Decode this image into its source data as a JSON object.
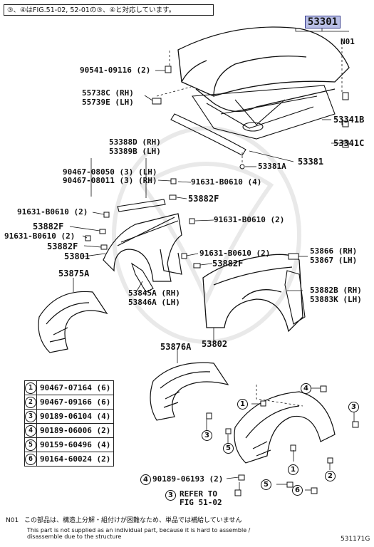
{
  "header_note": "③、④はFIG.51-02, 52-01の③、④と対応しています。",
  "labels": {
    "hood": "53301",
    "n01": "N01",
    "cushion": "90541-09116 (2)",
    "lock_rh": "55738C (RH)",
    "lock_lh": "55739E (LH)",
    "insulator": "53341B",
    "clip_c": "53341C",
    "seal_a": "53381A",
    "seal": "53381",
    "bracket_rh": "53388D (RH)",
    "bracket_lh": "53389B (LH)",
    "screw1": "90467-08050 (3) (LH)",
    "screw2": "90467-08011 (3) (RH)",
    "bolt_top": "91631-B0610 (4)",
    "clip_f_top": "53882F",
    "bolt_left": "91631-B0610 (2)",
    "bolt_right": "91631-B0610 (2)",
    "clip_f_left": "53882F",
    "bolt_left2": "91631-B0610 (2)",
    "clip_f_left2": "53882F",
    "apron": "53801",
    "bolt_mid": "91631-B0610 (2)",
    "clip_f_mid": "53882F",
    "bracket_866": "53866 (RH)",
    "bracket_867": "53867 (LH)",
    "liner_a": "53875A",
    "stay_rh": "53845A (RH)",
    "stay_lh": "53846A (LH)",
    "seal_b_rh": "53882B (RH)",
    "seal_k_lh": "53883K (LH)",
    "fender": "53802",
    "liner_876a": "53876A",
    "bolt_193": "90189-06193 (2)",
    "refer": "REFER TO",
    "refer_fig": "FIG 51-02",
    "diagram_code": "531171G"
  },
  "legend": [
    {
      "num": "1",
      "part": "90467-07164 (6)"
    },
    {
      "num": "2",
      "part": "90467-09166 (6)"
    },
    {
      "num": "3",
      "part": "90189-06104 (4)"
    },
    {
      "num": "4",
      "part": "90189-06006 (2)"
    },
    {
      "num": "5",
      "part": "90159-60496 (4)"
    },
    {
      "num": "6",
      "part": "90164-60024 (2)"
    }
  ],
  "markers": {
    "c4_bolt": "4",
    "c3_refer": "3",
    "m1a": "1",
    "m3a": "3",
    "m5a": "5",
    "m4b": "4",
    "m3b": "3",
    "m1b": "1",
    "m2b": "2",
    "m5b": "5",
    "m6b": "6"
  },
  "footnote": {
    "code": "N01",
    "jp": "この部品は、構造上分解・組付けが困難なため、単品では補給していません",
    "en1": "This part is not supplied as an individual part, because it is hard to assemble /",
    "en2": "disassemble due to the structure"
  }
}
